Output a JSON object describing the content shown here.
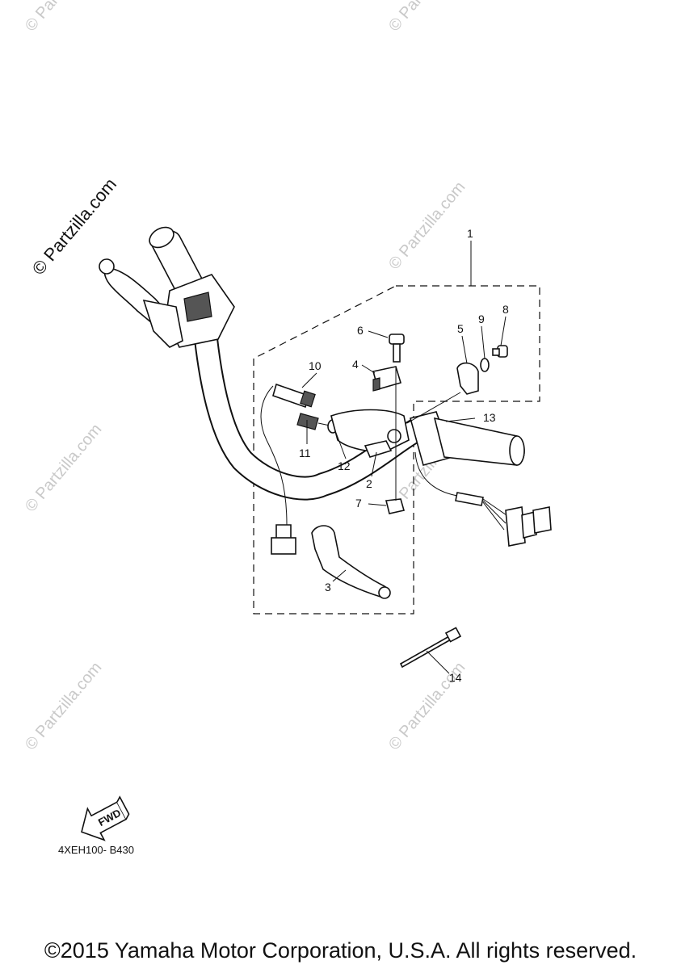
{
  "watermark": {
    "main": "© Partzilla.com",
    "faint": "© Partzilla.com"
  },
  "callouts": [
    "1",
    "2",
    "3",
    "4",
    "5",
    "6",
    "7",
    "8",
    "9",
    "10",
    "11",
    "12",
    "13",
    "14"
  ],
  "fwd_label": "FWD",
  "diagram_code": "4XEH100- B430",
  "copyright": "©2015 Yamaha Motor Corporation, U.S.A. All rights reserved."
}
